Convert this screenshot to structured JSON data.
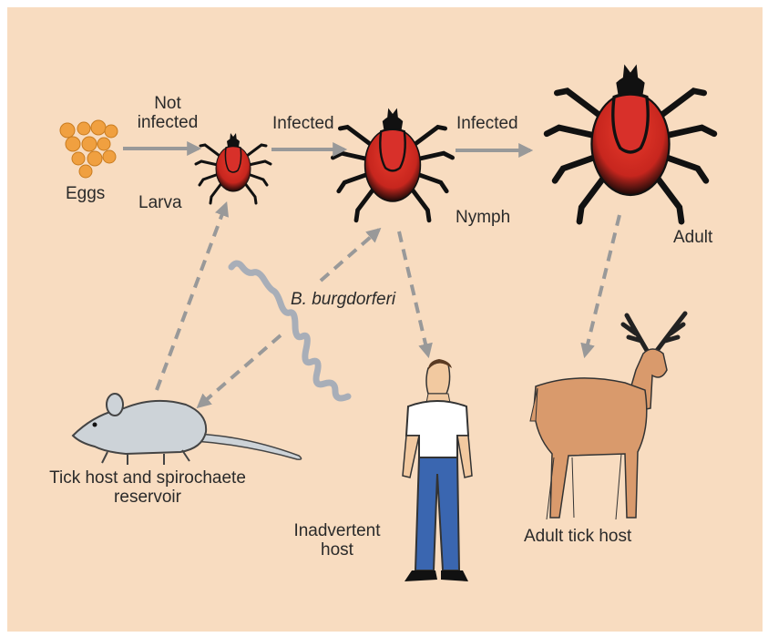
{
  "colors": {
    "background": "#f8dcc0",
    "tick_body": "#d62a22",
    "egg": "#f0a040",
    "arrow_gray": "#999999",
    "mouse": "#cdd3d8",
    "deer": "#d99a6c",
    "shirt": "#ffffff",
    "jeans": "#3a66b0"
  },
  "icons": [
    "egg-cluster",
    "larva-tick-icon",
    "nymph-tick-icon",
    "adult-tick-icon",
    "spirochete-icon",
    "mouse-icon",
    "human-icon",
    "deer-icon"
  ],
  "labels": {
    "not_infected_1": "Not",
    "not_infected_2": "infected",
    "infected_1": "Infected",
    "infected_2": "Infected",
    "eggs": "Eggs",
    "larva": "Larva",
    "nymph": "Nymph",
    "adult": "Adult",
    "bacterium": "B. burgdorferi",
    "reservoir_1": "Tick host and spirochaete",
    "reservoir_2": "reservoir",
    "inadvertent_1": "Inadvertent",
    "inadvertent_2": "host",
    "adult_host": "Adult tick host"
  }
}
